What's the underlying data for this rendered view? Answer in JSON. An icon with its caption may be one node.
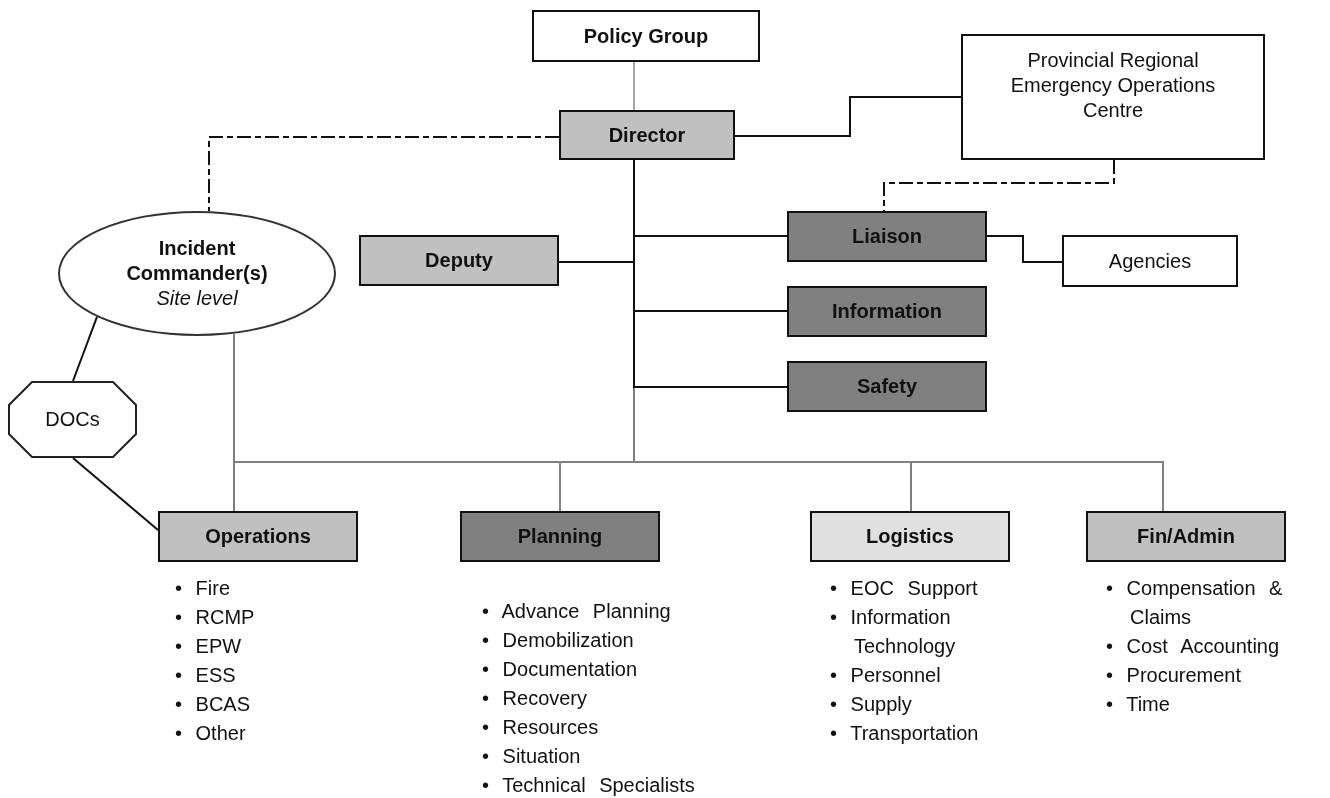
{
  "diagram": {
    "nodes": [
      {
        "text": [
          "Policy Group"
        ]
      },
      {
        "text": [
          "Director"
        ]
      },
      {
        "text": [
          "Provincial Regional Emergency Operations Centre"
        ]
      },
      {
        "text": [
          "Incident Commander(s)",
          "Site level"
        ]
      },
      {
        "text": [
          "Deputy"
        ]
      },
      {
        "text": [
          "Liaison"
        ]
      },
      {
        "text": [
          "Agencies"
        ]
      },
      {
        "text": [
          "Information"
        ]
      },
      {
        "text": [
          "Safety"
        ]
      },
      {
        "text": [
          "DOCs"
        ]
      },
      {
        "text": [
          "Operations"
        ],
        "beside": [
          "• Fire",
          "• RCMP",
          "• EPW",
          "• ESS",
          "• BCAS",
          "• Other"
        ]
      },
      {
        "text": [
          "Planning"
        ],
        "beside": [
          "• Advance Planning",
          "• Demobilization",
          "• Documentation",
          "• Recovery",
          "• Resources",
          "• Situation",
          "• Technical Specialists"
        ]
      },
      {
        "text": [
          "Logistics"
        ],
        "beside": [
          "• EOC Support",
          "• Information Technology",
          "• Personnel",
          "• Supply",
          "• Transportation"
        ]
      },
      {
        "text": [
          "Fin/Admin"
        ],
        "beside": [
          "• Compensation & Claims",
          "• Cost Accounting",
          "• Procurement",
          "• Time"
        ]
      }
    ],
    "edges": [
      {
        "from": 0,
        "to": 1,
        "arrow": "none",
        "color": "#a6a6a6"
      },
      {
        "from": 1,
        "to": 2,
        "arrow": "none"
      },
      {
        "from": 1,
        "to": 3,
        "arrow": "none",
        "style": "dashed"
      },
      {
        "from": 2,
        "to": 5,
        "arrow": "none",
        "style": "dashed"
      },
      {
        "from": 1,
        "to": 4,
        "arrow": "none"
      },
      {
        "from": 1,
        "to": 5,
        "arrow": "none"
      },
      {
        "from": 5,
        "to": 6,
        "arrow": "none"
      },
      {
        "from": 1,
        "to": 7,
        "arrow": "none"
      },
      {
        "from": 1,
        "to": 8,
        "arrow": "none"
      },
      {
        "from": 3,
        "to": 9,
        "arrow": "none"
      },
      {
        "from": 9,
        "to": 10,
        "arrow": "none"
      },
      {
        "from": 3,
        "to": 10,
        "arrow": "none",
        "color": "#808080"
      },
      {
        "from": 1,
        "to": 10,
        "arrow": "none",
        "color": "#808080"
      },
      {
        "from": 1,
        "to": 11,
        "arrow": "none",
        "color": "#808080"
      },
      {
        "from": 1,
        "to": 12,
        "arrow": "none",
        "color": "#808080"
      },
      {
        "from": 1,
        "to": 13,
        "arrow": "none",
        "color": "#808080"
      }
    ]
  }
}
